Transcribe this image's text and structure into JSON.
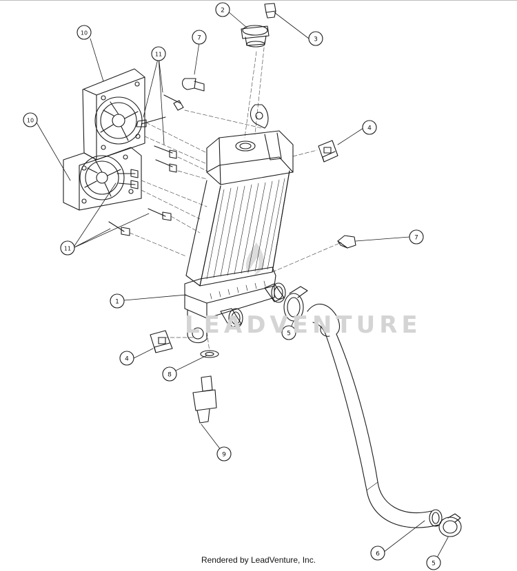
{
  "callouts": [
    "1",
    "2",
    "3",
    "4",
    "4",
    "5",
    "5",
    "6",
    "7",
    "7",
    "8",
    "9",
    "10",
    "10",
    "11",
    "11"
  ],
  "watermark": "LEADVENTURE",
  "footer": "Rendered by LeadVenture, Inc."
}
